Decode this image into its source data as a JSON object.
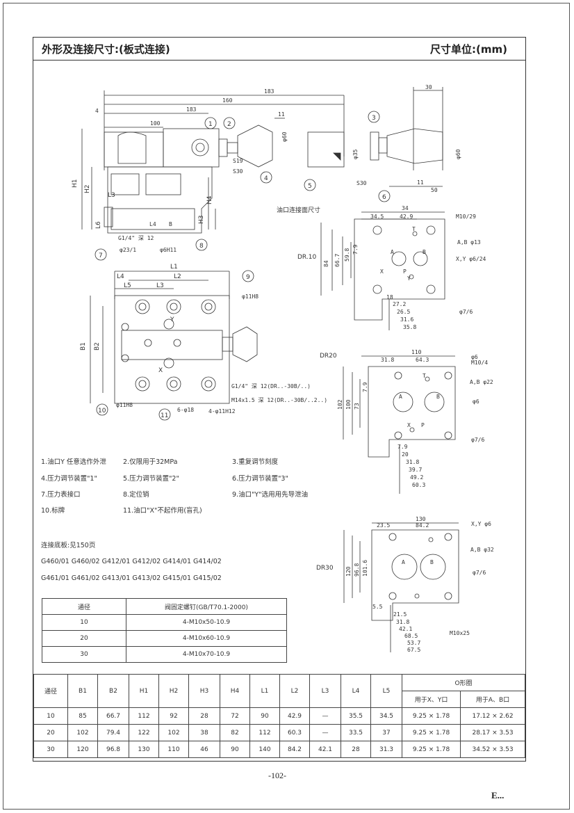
{
  "header": {
    "title": "外形及连接尺寸:(板式连接)",
    "unit": "尺寸单位:(mm)"
  },
  "drawing": {
    "top_dims": [
      "183",
      "160",
      "183",
      "100",
      "11",
      "4",
      "30",
      "50",
      "11",
      "φ35",
      "φ60",
      "φ60"
    ],
    "side_labels": [
      "H1",
      "H2",
      "H3",
      "H4",
      "L3",
      "L6"
    ],
    "callouts": [
      "1",
      "2",
      "3",
      "4",
      "5",
      "6",
      "7",
      "8",
      "9",
      "10",
      "11"
    ],
    "misc_labels": [
      "G1/4\" 深 12",
      "φ6H11",
      "φ23/1",
      "S19",
      "S30",
      "S30",
      "L4",
      "B"
    ],
    "plan_labels": [
      "L1",
      "L2",
      "L4",
      "L3",
      "L5",
      "B1",
      "B2",
      "φ11H8",
      "φ11H8",
      "6-φ18",
      "4-φ11H12",
      "G1/4\" 深 12(DR..-30B/..)",
      "M14x1.5 深 12(DR..-30B/..2..)",
      "Y",
      "X"
    ],
    "port_title": "油口连接面尺寸",
    "dr10": {
      "name": "DR.10",
      "dims": [
        "34",
        "34.5",
        "42.9",
        "M10/29",
        "A,B φ13",
        "X,Y φ6/24",
        "φ7/6",
        "18",
        "27.2",
        "26.5",
        "31.6",
        "35.8",
        "7.9",
        "59.8",
        "66.7",
        "84"
      ],
      "ports": [
        "A",
        "B",
        "T",
        "X",
        "P",
        "Y"
      ]
    },
    "dr20": {
      "name": "DR20",
      "dims": [
        "110",
        "31.8",
        "64.3",
        "φ6",
        "M10/4",
        "A,B φ22",
        "φ6",
        "φ7/6",
        "7.9",
        "20",
        "31.8",
        "39.7",
        "49.2",
        "60.3",
        "7.9",
        "73",
        "100",
        "102"
      ],
      "ports": [
        "A",
        "B",
        "T",
        "X",
        "P"
      ]
    },
    "dr30": {
      "name": "DR30",
      "dims": [
        "130",
        "84.2",
        "23.5",
        "X,Y φ6",
        "A,B φ32",
        "φ7/6",
        "M10x25",
        "5.5",
        "21.5",
        "31.8",
        "42.1",
        "68.5",
        "53.7",
        "67.5",
        "101.6",
        "96.8",
        "120"
      ],
      "ports": [
        "A",
        "B"
      ]
    }
  },
  "notes": [
    "1.油口Y  任意选作外泄",
    "2.仅限用于32MPa",
    "3.重复调节刻度",
    "4.压力调节装置\"1\"",
    "5.压力调节装置\"2\"",
    "6.压力调节装置\"3\"",
    "7.压力表接口",
    "8.定位销",
    "9.油口\"Y\"选用用先导泄油",
    "10.标牌",
    "11.油口\"X\"不起作用(盲孔)"
  ],
  "base": {
    "title": "连接底板:见150页",
    "row1": "G460/01  G460/02  G412/01  G412/02  G414/01  G414/02",
    "row2": "G461/01  G461/02  G413/01  G413/02  G415/01  G415/02"
  },
  "bolt_table": {
    "headers": [
      "通径",
      "阀固定螺钉(GB/T70.1-2000)"
    ],
    "rows": [
      [
        "10",
        "4-M10x50-10.9"
      ],
      [
        "20",
        "4-M10x60-10.9"
      ],
      [
        "30",
        "4-M10x70-10.9"
      ]
    ]
  },
  "dim_table": {
    "headers": [
      "通径",
      "B1",
      "B2",
      "H1",
      "H2",
      "H3",
      "H4",
      "L1",
      "L2",
      "L3",
      "L4",
      "L5"
    ],
    "oring_header": "O形圈",
    "oring_sub": [
      "用于X、Y口",
      "用于A、B口"
    ],
    "rows": [
      [
        "10",
        "85",
        "66.7",
        "112",
        "92",
        "28",
        "72",
        "90",
        "42.9",
        "—",
        "35.5",
        "34.5",
        "9.25 × 1.78",
        "17.12 × 2.62"
      ],
      [
        "20",
        "102",
        "79.4",
        "122",
        "102",
        "38",
        "82",
        "112",
        "60.3",
        "—",
        "33.5",
        "37",
        "9.25 × 1.78",
        "28.17 × 3.53"
      ],
      [
        "30",
        "120",
        "96.8",
        "130",
        "110",
        "46",
        "90",
        "140",
        "84.2",
        "42.1",
        "28",
        "31.3",
        "9.25 × 1.78",
        "34.52 × 3.53"
      ]
    ]
  },
  "footer": {
    "page": "-102-",
    "mark": "E..."
  }
}
